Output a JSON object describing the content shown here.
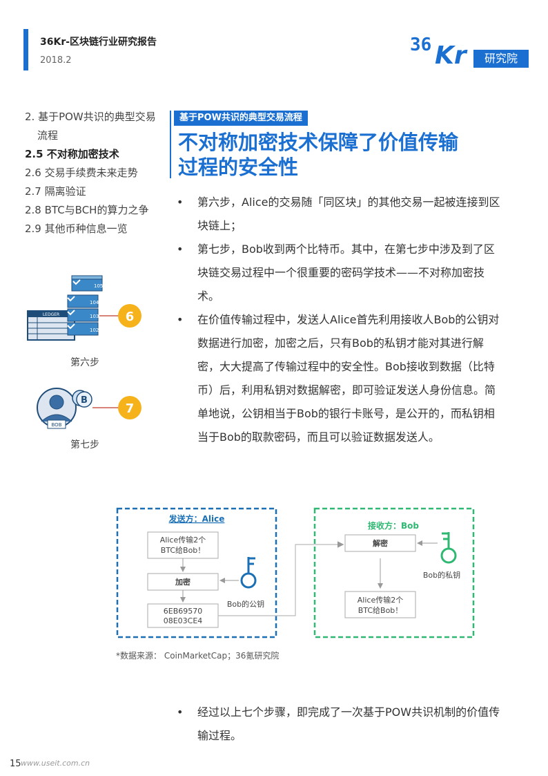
{
  "header": {
    "title": "36Kr-区块链行业研究报告",
    "date": "2018.2",
    "logo_num": "36",
    "logo_kr": "Kr",
    "logo_sub": "研究院"
  },
  "toc": [
    {
      "label": "2. 基于POW共识的典型交易",
      "active": false
    },
    {
      "label": "流程",
      "active": false,
      "indent": true
    },
    {
      "label": "2.5 不对称加密技术",
      "active": true
    },
    {
      "label": "2.6 交易手续费未来走势",
      "active": false
    },
    {
      "label": "2.7 隔离验证",
      "active": false
    },
    {
      "label": "2.8 BTC与BCH的算力之争",
      "active": false
    },
    {
      "label": "2.9 其他币种信息一览",
      "active": false
    }
  ],
  "section_tag": "基于POW共识的典型交易流程",
  "title_line1": "不对称加密技术保障了价值传输",
  "title_line2": "过程的安全性",
  "illustrations": {
    "step6": {
      "number": "6",
      "label": "第六步",
      "ledger": "LEDGER",
      "blocks": [
        "105",
        "104",
        "103",
        "102"
      ]
    },
    "step7": {
      "number": "7",
      "label": "第七步",
      "name_tag": "BOB"
    }
  },
  "bullets": [
    "第六步，Alice的交易随「同区块」的其他交易一起被连接到区块链上；",
    "第七步，Bob收到两个比特币。其中，在第七步中涉及到了区块链交易过程中一个很重要的密码学技术——不对称加密技术。",
    "在价值传输过程中，发送人Alice首先利用接收人Bob的公钥对数据进行加密，加密之后，只有Bob的私钥才能对其进行解密，大大提高了传输过程中的安全性。Bob接收到数据（比特币）后，利用私钥对数据解密，即可验证发送人身份信息。简单地说，公钥相当于Bob的银行卡账号，是公开的，而私钥相当于Bob的取款密码，而且可以验证数据发送人。"
  ],
  "diagram": {
    "sender_title": "发送方：Alice",
    "sender_msg_1": "Alice传输2个",
    "sender_msg_2": "BTC给Bob！",
    "encrypt": "加密",
    "cipher_1": "6EB69570",
    "cipher_2": "08E03CE4",
    "public_key": "Bob的公钥",
    "receiver_title": "接收方：Bob",
    "decrypt": "解密",
    "private_key": "Bob的私钥",
    "receiver_msg_1": "Alice传输2个",
    "receiver_msg_2": "BTC给Bob！",
    "sender_color": "#1a6fb5",
    "receiver_color": "#2eb872"
  },
  "source": "*数据来源： CoinMarketCap；36氪研究院",
  "bottom_bullet": "经过以上七个步骤，即完成了一次基于POW共识机制的价值传输过程。",
  "page_number": "15",
  "watermark": "www.useit.com.cn",
  "colors": {
    "accent": "#1a6fd1",
    "badge": "#f5b21a"
  }
}
